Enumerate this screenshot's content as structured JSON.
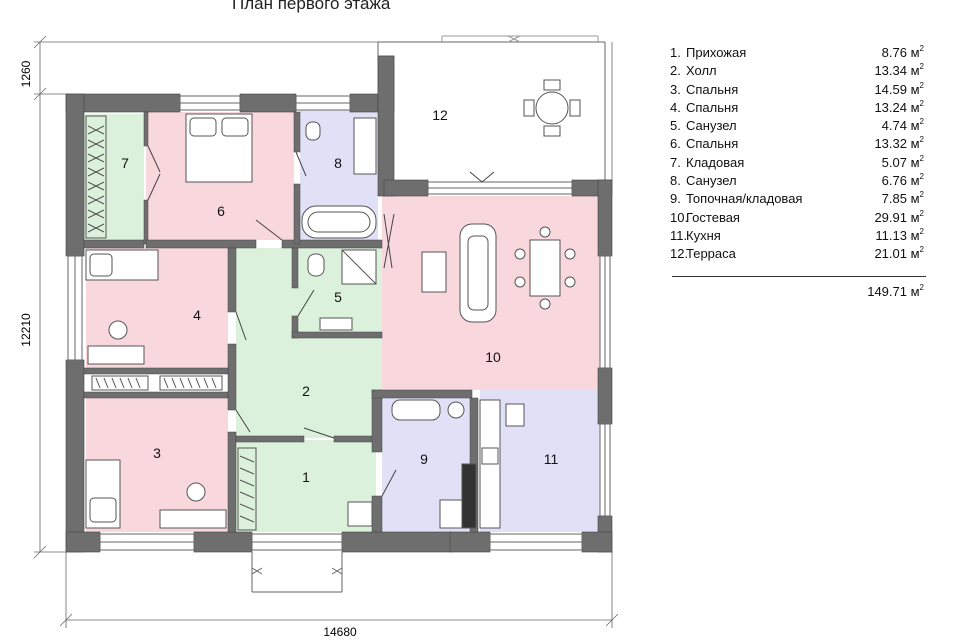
{
  "title": "План первого этажа",
  "dimensions": {
    "top_offset": "1260",
    "left_height": "12210",
    "bottom_width": "14680"
  },
  "rooms": [
    {
      "number": "1",
      "name": "Прихожая",
      "area": "8.76",
      "color": "#dcf1dc"
    },
    {
      "number": "2",
      "name": "Холл",
      "area": "13.34",
      "color": "#dcf1dc"
    },
    {
      "number": "3",
      "name": "Спальня",
      "area": "14.59",
      "color": "#f8d7dd"
    },
    {
      "number": "4",
      "name": "Спальня",
      "area": "13.24",
      "color": "#f8d7dd"
    },
    {
      "number": "5",
      "name": "Санузел",
      "area": "4.74",
      "color": "#e0e1f6"
    },
    {
      "number": "6",
      "name": "Спальня",
      "area": "13.32",
      "color": "#f8d7dd"
    },
    {
      "number": "7",
      "name": "Кладовая",
      "area": "5.07",
      "color": "#dcf1dc"
    },
    {
      "number": "8",
      "name": "Санузел",
      "area": "6.76",
      "color": "#e0e1f6"
    },
    {
      "number": "9",
      "name": "Топочная/кладовая",
      "area": "7.85",
      "color": "#e0e1f6"
    },
    {
      "number": "10",
      "name": "Гостевая",
      "area": "29.91",
      "color": "#f8d7dd"
    },
    {
      "number": "11",
      "name": "Кухня",
      "area": "11.13",
      "color": "#e0e1f6"
    },
    {
      "number": "12",
      "name": "Терраса",
      "area": "21.01",
      "color": "#ffffff"
    }
  ],
  "unit": "м",
  "unit_power": "2",
  "total_area": "149.71",
  "colors": {
    "wall": "#6e6e6e",
    "pink": "#f8d7dd",
    "green": "#dcf1dc",
    "lavender": "#e0e1f6"
  }
}
